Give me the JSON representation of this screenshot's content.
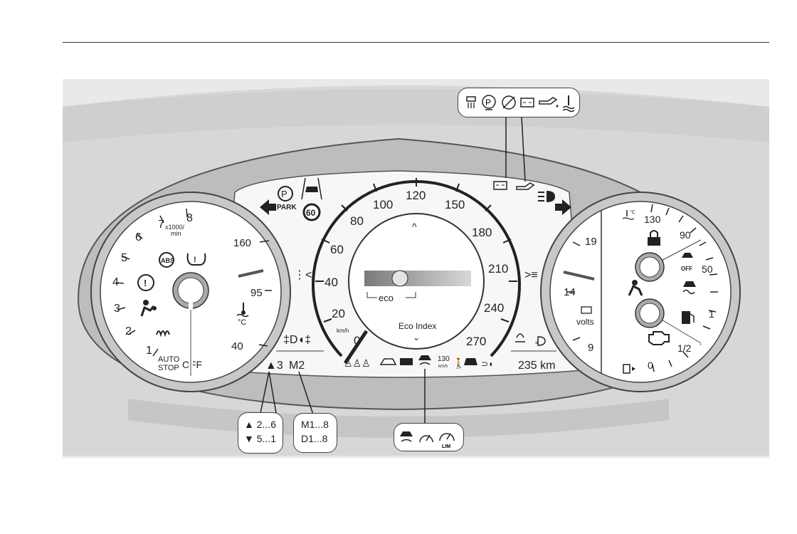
{
  "tacho": {
    "ticks": [
      "1",
      "2",
      "3",
      "4",
      "5",
      "6",
      "7",
      "8"
    ],
    "unit_top": "x1000/",
    "unit_bottom": "min",
    "autostop_line1": "AUTO",
    "autostop_line2": "STOP",
    "autostop_off": "OFF",
    "abs": "ABS"
  },
  "coolant_temp_ticks": [
    "160",
    "95",
    "40"
  ],
  "coolant_unit": "°C",
  "park_label": "PARK",
  "speed_limit": "60",
  "speedo": {
    "ticks": [
      "0",
      "20",
      "40",
      "60",
      "80",
      "100",
      "120",
      "150",
      "180",
      "210",
      "240",
      "270"
    ],
    "unit": "km/h",
    "eco_label": "eco",
    "eco_index_label": "Eco Index"
  },
  "gear": {
    "up": "▲3",
    "manual": "M2"
  },
  "cruise_speed": {
    "value": "130",
    "unit": "km/h"
  },
  "odometer": "235 km",
  "fuel_gauge": {
    "ticks": [
      "0",
      "1/2",
      "1"
    ]
  },
  "volt_gauge": {
    "ticks": [
      "9",
      "14",
      "19"
    ],
    "unit": "volts"
  },
  "right_temp": {
    "ticks": [
      "130",
      "90",
      "50"
    ]
  },
  "esc_off": "OFF",
  "callouts": {
    "gear_up": "▲ 2...6",
    "gear_down": "▼ 5...1",
    "manual": "M1...8",
    "drive": "D1...8",
    "lim": "LIM"
  }
}
